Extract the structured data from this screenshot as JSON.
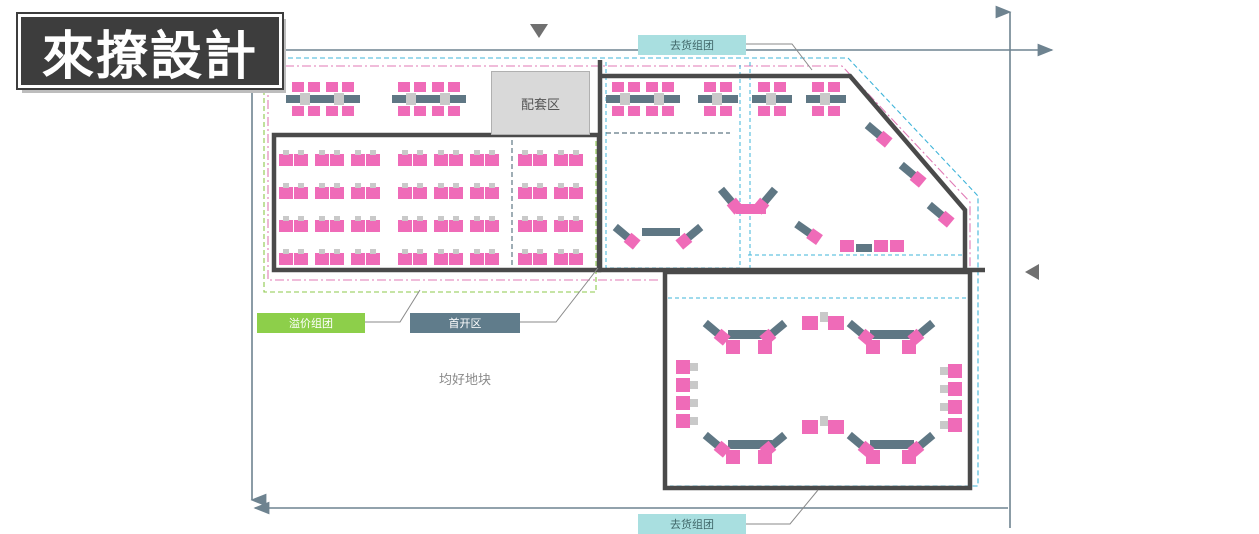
{
  "logo": {
    "text": "來撩設計"
  },
  "labels": {
    "service_zone": "配套区",
    "tag_top": "去货组团",
    "tag_bottom": "去货组团",
    "premium_group": "溢价组团",
    "first_phase": "首开区",
    "balanced_plot": "均好地块"
  },
  "colors": {
    "building_pink": "#ef6bb8",
    "core_gray": "#c9c9c9",
    "slate_block": "#5f7784",
    "boundary_dark": "#4a4a4a",
    "cyan_dash": "#3fb4d9",
    "pink_dashdot": "#e07ab5",
    "green_dash": "#8cc84b",
    "tag_cyan": "#a9dfe0",
    "tag_green": "#8dcf4a",
    "tag_slate": "#607c8b",
    "arrow_axis": "#6e8390"
  },
  "icons": {
    "north_marker": "triangle-down",
    "east_marker": "triangle-left"
  }
}
